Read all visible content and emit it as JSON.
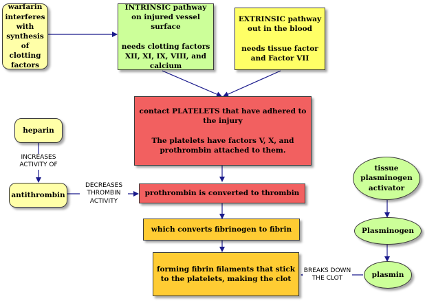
{
  "nodes": {
    "warfarin": "warfarin interferes with synthesis of clotting factors",
    "intrinsic": "INTRINSIC pathway on injured vessel surface\n\nneeds  clotting factors XII, XI, IX, VIII, and calcium",
    "extrinsic": "EXTRINSIC pathway out in the blood\n\nneeds tissue factor and Factor VII",
    "platelets": "contact PLATELETS that have adhered to the injury\n\nThe platelets have factors V, X, and prothrombin attached to them.",
    "heparin": "heparin",
    "antithrombin": "antithrombin",
    "prothrombin": "prothrombin is converted to thrombin",
    "fibrinogen": "which converts fibrinogen to fibrin",
    "fibrin_filaments": "forming fibrin filaments that stick to the platelets, making the clot",
    "tpa": "tissue plasminogen activator",
    "plasminogen": "Plasminogen",
    "plasmin": "plasmin"
  },
  "edge_labels": {
    "increases": "INCREASES\nACTIVITY OF",
    "decreases": "DECREASES\nTHROMBIN\nACTIVITY",
    "breaks_down": "BREAKS DOWN\nTHE CLOT"
  },
  "colors": {
    "yellow": "#ffff66",
    "green": "#ccff99",
    "red": "#f26060",
    "orange": "#ffcc33",
    "arrow": "#1a1a8c"
  }
}
